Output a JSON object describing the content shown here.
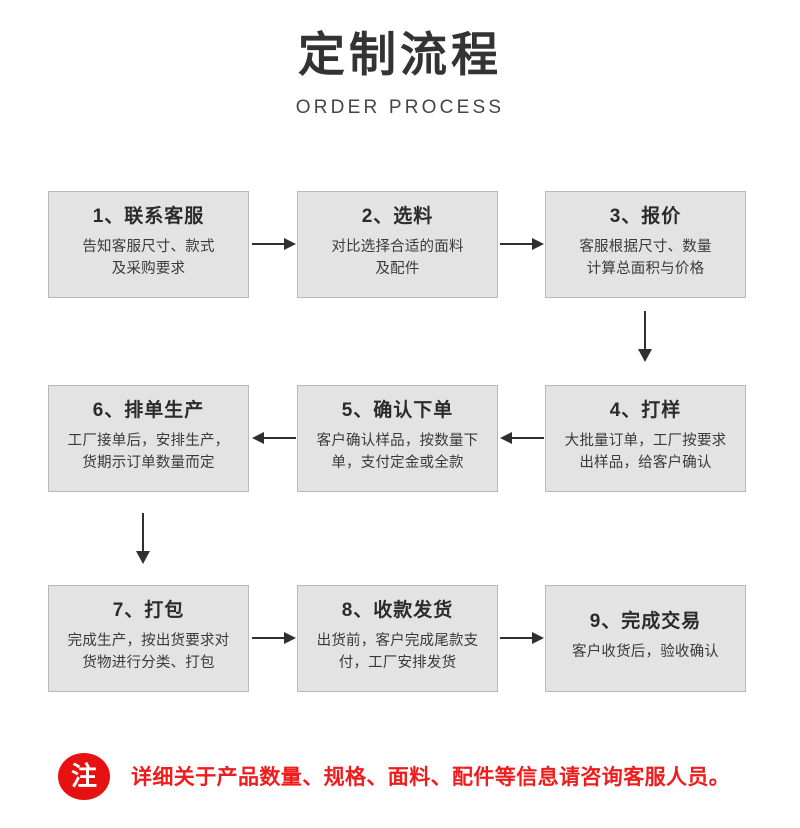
{
  "header": {
    "title_cn": "定制流程",
    "title_en": "ORDER PROCESS"
  },
  "steps": [
    {
      "id": "step-1",
      "title": "1、联系客服",
      "desc_line1": "告知客服尺寸、款式",
      "desc_line2": "及采购要求"
    },
    {
      "id": "step-2",
      "title": "2、选料",
      "desc_line1": "对比选择合适的面料",
      "desc_line2": "及配件"
    },
    {
      "id": "step-3",
      "title": "3、报价",
      "desc_line1": "客服根据尺寸、数量",
      "desc_line2": "计算总面积与价格"
    },
    {
      "id": "step-4",
      "title": "4、打样",
      "desc_line1": "大批量订单，工厂按要求",
      "desc_line2": "出样品，给客户确认"
    },
    {
      "id": "step-5",
      "title": "5、确认下单",
      "desc_line1": "客户确认样品，按数量下",
      "desc_line2": "单，支付定金或全款"
    },
    {
      "id": "step-6",
      "title": "6、排单生产",
      "desc_line1": "工厂接单后，安排生产，",
      "desc_line2": "货期示订单数量而定"
    },
    {
      "id": "step-7",
      "title": "7、打包",
      "desc_line1": "完成生产，按出货要求对",
      "desc_line2": "货物进行分类、打包"
    },
    {
      "id": "step-8",
      "title": "8、收款发货",
      "desc_line1": "出货前，客户完成尾款支",
      "desc_line2": "付，工厂安排发货"
    },
    {
      "id": "step-9",
      "title": "9、完成交易",
      "desc_line1": "客户收货后，验收确认",
      "desc_line2": ""
    }
  ],
  "arrows": [
    {
      "name": "arrow-step1-to-step2",
      "direction": "right"
    },
    {
      "name": "arrow-step2-to-step3",
      "direction": "right"
    },
    {
      "name": "arrow-step3-to-step4",
      "direction": "down"
    },
    {
      "name": "arrow-step4-to-step5",
      "direction": "left"
    },
    {
      "name": "arrow-step5-to-step6",
      "direction": "left"
    },
    {
      "name": "arrow-step6-to-step7",
      "direction": "down"
    },
    {
      "name": "arrow-step7-to-step8",
      "direction": "right"
    },
    {
      "name": "arrow-step8-to-step9",
      "direction": "right"
    }
  ],
  "note": {
    "badge": "注",
    "text": "详细关于产品数量、规格、面料、配件等信息请咨询客服人员。"
  },
  "colors": {
    "box_fill": "#e3e3e3",
    "box_border": "#b9b9b9",
    "arrow": "#2f2f2f",
    "note_red": "#f01c1c",
    "badge_red": "#e81111",
    "title_text": "#333333"
  }
}
